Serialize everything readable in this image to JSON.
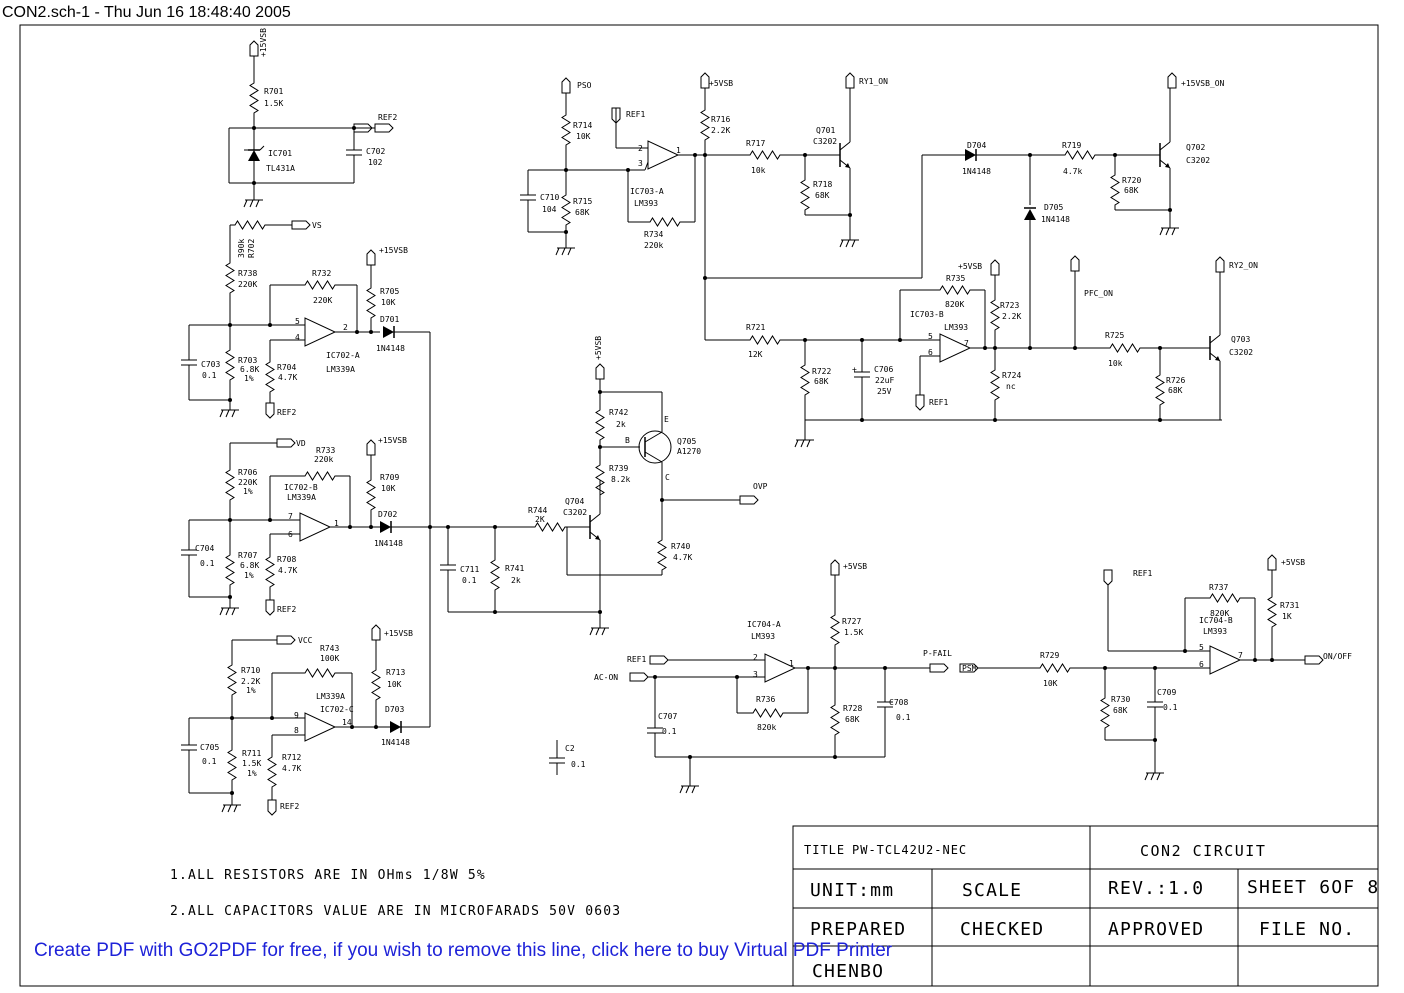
{
  "header": {
    "title": "CON2.sch-1 - Thu Jun 16 18:48:40 2005"
  },
  "promo": {
    "text": "Create PDF with GO2PDF for free, if you wish to remove this line, click here to buy Virtual PDF Printer"
  },
  "notes": {
    "n1": "1.ALL RESISTORS ARE IN OHms 1/8W 5%",
    "n2": "2.ALL CAPACITORS VALUE ARE IN MICROFARADS 50V 0603"
  },
  "title_block": {
    "title_label": "TITLE",
    "title_value": "PW-TCL42U2-NEC",
    "circuit": "CON2  CIRCUIT",
    "unit": "UNIT:mm",
    "scale": "SCALE",
    "rev": "REV.:1.0",
    "sheet": "SHEET 6OF 8",
    "prepared": "PREPARED",
    "checked": "CHECKED",
    "approved": "APPROVED",
    "file_no": "FILE NO.",
    "prepared_by": "CHENBO"
  },
  "nets": {
    "p15vsb": "+15VSB",
    "p5vsb": "+5VSB",
    "p15vsb_on": "+15VSB_ON",
    "ref1": "REF1",
    "ref2": "REF2",
    "pso": "PSO",
    "ry1_on": "RY1_ON",
    "ry2_on": "RY2_ON",
    "pfc_on": "PFC_ON",
    "vs": "VS",
    "vd": "VD",
    "vcc": "VCC",
    "ovp": "OVP",
    "p_fail": "P-FAIL",
    "ac_on": "AC-ON",
    "psm": "PSM",
    "on_off": "ON/OFF"
  },
  "parts": {
    "R701": "R701",
    "R701v": "1.5K",
    "IC701": "IC701",
    "IC701v": "TL431A",
    "C702": "C702",
    "C702v": "102",
    "R702": "R702",
    "R702v": "390k",
    "R738": "R738",
    "R738v": "220K",
    "R732": "R732",
    "R732v": "220K",
    "R705": "R705",
    "R705v": "10K",
    "D701": "D701",
    "D701v": "1N4148",
    "IC702A": "IC702-A",
    "LM339A": "LM339A",
    "C703": "C703",
    "C703v": "0.1",
    "R703": "R703",
    "R703v": "6.8K",
    "R703t": "1%",
    "R704": "R704",
    "R704v": "4.7K",
    "R706": "R706",
    "R706v": "220K",
    "R706t": "1%",
    "R733": "R733",
    "R733v": "220k",
    "IC702B": "IC702-B",
    "R709": "R709",
    "R709v": "10K",
    "D702": "D702",
    "D702v": "1N4148",
    "C704": "C704",
    "C704v": "0.1",
    "R707": "R707",
    "R707v": "6.8K",
    "R707t": "1%",
    "R708": "R708",
    "R708v": "4.7K",
    "R710": "R710",
    "R710v": "2.2K",
    "R710t": "1%",
    "R743": "R743",
    "R743v": "100K",
    "IC702C": "IC702-C",
    "R713": "R713",
    "R713v": "10K",
    "D703": "D703",
    "D703v": "1N4148",
    "C705": "C705",
    "C705v": "0.1",
    "R711": "R711",
    "R711v": "1.5K",
    "R711t": "1%",
    "R712": "R712",
    "R712v": "4.7K",
    "R714": "R714",
    "R714v": "10K",
    "C710": "C710",
    "C710v": "104",
    "R715": "R715",
    "R715v": "68K",
    "IC703A": "IC703-A",
    "LM393": "LM393",
    "R734": "R734",
    "R734v": "220k",
    "R716": "R716",
    "R716v": "2.2K",
    "R717": "R717",
    "R717v": "10k",
    "Q701": "Q701",
    "Q701v": "C3202",
    "R718": "R718",
    "R718v": "68K",
    "D704": "D704",
    "D704v": "1N4148",
    "R719": "R719",
    "R719v": "4.7k",
    "Q702": "Q702",
    "Q702v": "C3202",
    "R720": "R720",
    "R720v": "68K",
    "D705": "D705",
    "D705v": "1N4148",
    "R735": "R735",
    "R735v": "820K",
    "IC703B": "IC703-B",
    "R723": "R723",
    "R723v": "2.2K",
    "R721": "R721",
    "R721v": "12K",
    "R722": "R722",
    "R722v": "68K",
    "C706": "C706",
    "C706v": "22uF",
    "C706t": "25V",
    "R724": "R724",
    "R724v": "nc",
    "R725": "R725",
    "R725v": "10k",
    "R726": "R726",
    "R726v": "68K",
    "Q703": "Q703",
    "Q703v": "C3202",
    "R742": "R742",
    "R742v": "2k",
    "Q705": "Q705",
    "Q705v": "A1270",
    "R739": "R739",
    "R739v": "8.2k",
    "R744": "R744",
    "R744v": "2K",
    "Q704": "Q704",
    "Q704v": "C3202",
    "R740": "R740",
    "R740v": "4.7K",
    "C711": "C711",
    "C711v": "0.1",
    "R741": "R741",
    "R741v": "2k",
    "IC704A": "IC704-A",
    "R727": "R727",
    "R727v": "1.5K",
    "R736": "R736",
    "R736v": "820k",
    "R728": "R728",
    "R728v": "68K",
    "C708": "C708",
    "C708v": "0.1",
    "C707": "C707",
    "C707v": "0.1",
    "C2": "C2",
    "C2v": "0.1",
    "R737": "R737",
    "R737v": "820K",
    "IC704B": "IC704-B",
    "R731": "R731",
    "R731v": "1K",
    "R729": "R729",
    "R729v": "10K",
    "R730": "R730",
    "R730v": "68K",
    "C709": "C709",
    "C709v": "0.1"
  },
  "pins": {
    "p1": "1",
    "p2": "2",
    "p3": "3",
    "p4": "4",
    "p5": "5",
    "p6": "6",
    "p7": "7",
    "p8": "8",
    "p9": "9",
    "p14": "14",
    "E": "E",
    "B": "B",
    "C": "C"
  }
}
